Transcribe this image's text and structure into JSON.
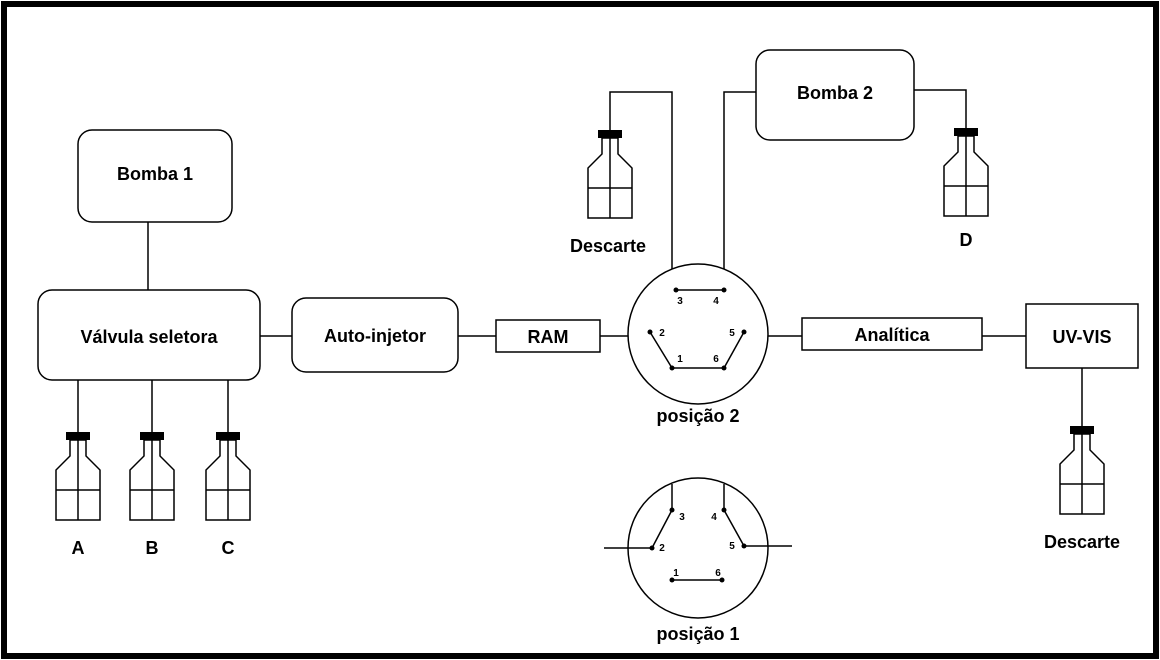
{
  "labels": {
    "pump1": "Bomba 1",
    "pump2": "Bomba 2",
    "selector_valve": "Válvula seletora",
    "autoinjector": "Auto-injetor",
    "ram_column": "RAM",
    "analytical_column": "Analítica",
    "detector": "UV-VIS",
    "waste_top": "Descarte",
    "waste_right": "Descarte",
    "reservoir_a": "A",
    "reservoir_b": "B",
    "reservoir_c": "C",
    "reservoir_d": "D",
    "valve_position2": "posição 2",
    "valve_position1": "posição 1"
  },
  "ports": {
    "p1": "1",
    "p2": "2",
    "p3": "3",
    "p4": "4",
    "p5": "5",
    "p6": "6"
  }
}
